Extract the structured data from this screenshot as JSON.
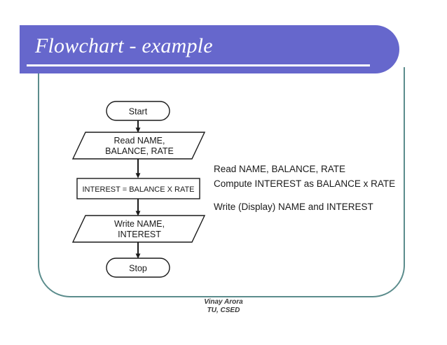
{
  "slide": {
    "title": "Flowchart - example",
    "background_color": "#ffffff",
    "banner_color": "#6667cc",
    "frame_color": "#5b8c8c"
  },
  "flowchart": {
    "nodes": [
      {
        "id": "start",
        "shape": "terminator",
        "label": "Start"
      },
      {
        "id": "read",
        "shape": "parallelogram",
        "label_line1": "Read NAME,",
        "label_line2": "BALANCE, RATE"
      },
      {
        "id": "compute",
        "shape": "rectangle",
        "label": "INTEREST = BALANCE X RATE"
      },
      {
        "id": "write",
        "shape": "parallelogram",
        "label_line1": "Write NAME,",
        "label_line2": "INTEREST"
      },
      {
        "id": "stop",
        "shape": "terminator",
        "label": "Stop"
      }
    ],
    "edges": [
      {
        "from": "start",
        "to": "read"
      },
      {
        "from": "read",
        "to": "compute"
      },
      {
        "from": "compute",
        "to": "write"
      },
      {
        "from": "write",
        "to": "stop"
      }
    ],
    "stroke_color": "#1a1a1a"
  },
  "notes": {
    "line1": "Read NAME, BALANCE, RATE",
    "line2": "Compute INTEREST as BALANCE x RATE",
    "line3": "Write (Display) NAME and INTEREST"
  },
  "footer": {
    "name": "Vinay Arora",
    "affiliation": "TU, CSED"
  }
}
